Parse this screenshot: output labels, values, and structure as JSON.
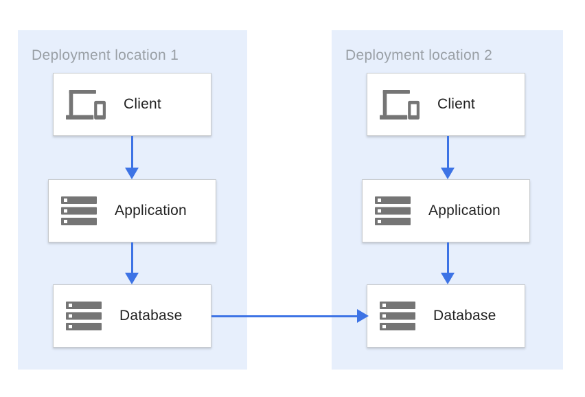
{
  "diagram": {
    "type": "architecture-diagram",
    "locations": [
      {
        "title": "Deployment location 1",
        "nodes": [
          {
            "id": "client-1",
            "label": "Client",
            "icon": "devices-icon"
          },
          {
            "id": "application-1",
            "label": "Application",
            "icon": "server-stack-icon"
          },
          {
            "id": "database-1",
            "label": "Database",
            "icon": "server-stack-icon"
          }
        ]
      },
      {
        "title": "Deployment location 2",
        "nodes": [
          {
            "id": "client-2",
            "label": "Client",
            "icon": "devices-icon"
          },
          {
            "id": "application-2",
            "label": "Application",
            "icon": "server-stack-icon"
          },
          {
            "id": "database-2",
            "label": "Database",
            "icon": "server-stack-icon"
          }
        ]
      }
    ],
    "connections": [
      {
        "from": "client-1",
        "to": "application-1",
        "direction": "down"
      },
      {
        "from": "application-1",
        "to": "database-1",
        "direction": "down"
      },
      {
        "from": "client-2",
        "to": "application-2",
        "direction": "down"
      },
      {
        "from": "application-2",
        "to": "database-2",
        "direction": "down"
      },
      {
        "from": "database-1",
        "to": "database-2",
        "direction": "right"
      }
    ]
  },
  "colors": {
    "panel_bg": "#e7effc",
    "arrow": "#3d73e5",
    "box_border": "#c6c9cc",
    "icon": "#757575",
    "title": "#9aa0a6",
    "label": "#212121",
    "page_bg": "#ffffff"
  }
}
